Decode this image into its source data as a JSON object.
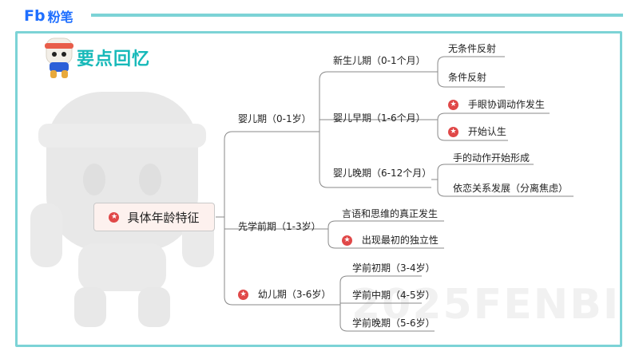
{
  "brand": {
    "logo_mark": "Fb",
    "logo_text": "粉笔"
  },
  "heading": "要点回忆",
  "watermark": "2025FENBI",
  "colors": {
    "accent": "#7cd3d6",
    "heading": "#17b9b9",
    "star": "#e04848",
    "root_bg": "#fdf1ee"
  },
  "mindmap": {
    "root": "具体年龄特征",
    "b_infant": "婴儿期（0-1岁）",
    "b_toddler": "先学前期（1-3岁）",
    "b_preschool": "幼儿期（3-6岁）",
    "s_newborn": "新生儿期（0-1个月）",
    "s_early": "婴儿早期（1-6个月）",
    "s_late": "婴儿晚期（6-12个月）",
    "l_reflex_uncond": "无条件反射",
    "l_reflex_cond": "条件反射",
    "l_eye_hand": "手眼协调动作发生",
    "l_recognize": "开始认生",
    "l_hand_action": "手的动作开始形成",
    "l_attachment": "依恋关系发展（分离焦虑）",
    "l_language": "言语和思维的真正发生",
    "l_independence": "出现最初的独立性",
    "l_pre_early": "学前初期（3-4岁）",
    "l_pre_mid": "学前中期（4-5岁）",
    "l_pre_late": "学前晚期（5-6岁）"
  }
}
